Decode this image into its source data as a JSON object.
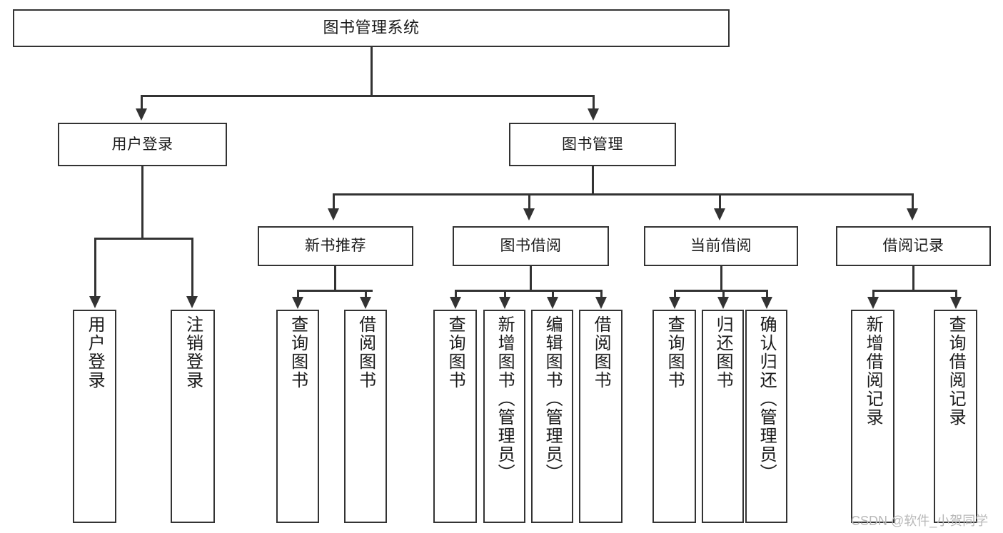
{
  "diagram": {
    "type": "tree-hierarchy",
    "title": "图书管理系统",
    "root": {
      "label": "图书管理系统"
    },
    "level2": [
      {
        "label": "用户登录"
      },
      {
        "label": "图书管理"
      }
    ],
    "level3": [
      {
        "label": "新书推荐"
      },
      {
        "label": "图书借阅"
      },
      {
        "label": "当前借阅"
      },
      {
        "label": "借阅记录"
      }
    ],
    "leaves": {
      "user_login": [
        {
          "label": "用户登录"
        },
        {
          "label": "注销登录"
        }
      ],
      "new_book_recommend": [
        {
          "label": "查询图书"
        },
        {
          "label": "借阅图书"
        }
      ],
      "book_borrow": [
        {
          "label": "查询图书"
        },
        {
          "label": "新增图书（管理员）"
        },
        {
          "label": "编辑图书（管理员）"
        },
        {
          "label": "借阅图书"
        }
      ],
      "current_borrow": [
        {
          "label": "查询图书"
        },
        {
          "label": "归还图书"
        },
        {
          "label": "确认归还（管理员）"
        }
      ],
      "borrow_record": [
        {
          "label": "新增借阅记录"
        },
        {
          "label": "查询借阅记录"
        }
      ]
    }
  },
  "watermark": {
    "text": "CSDN @软件_小贺同学"
  },
  "colors": {
    "stroke": "#333333",
    "background": "#ffffff",
    "text": "#1b1b1b",
    "watermark": "#b8b8b8"
  }
}
